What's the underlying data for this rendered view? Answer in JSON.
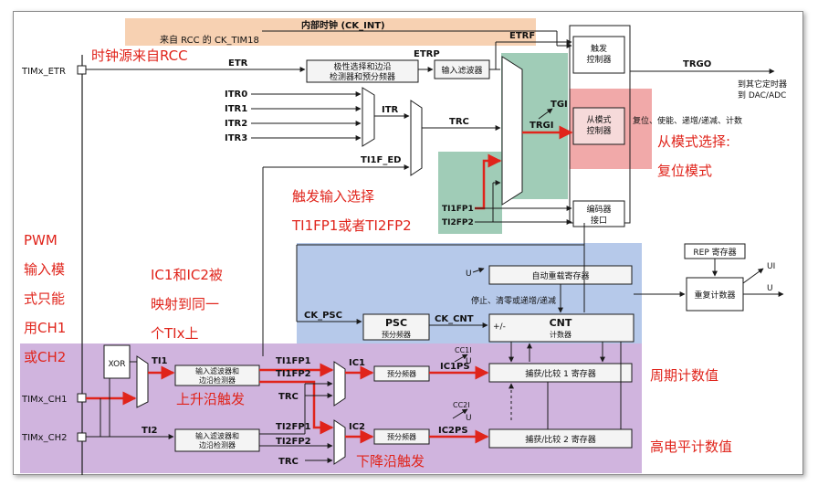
{
  "colors": {
    "orange": "#f6c9a4",
    "green": "#8fc3aa",
    "pink": "#ef9a9a",
    "blue": "#a9bfe6",
    "purple": "#c8a7d8",
    "annotation": "#e0241b",
    "line": "#1a1a1a"
  },
  "top": {
    "internal_clock": "内部时钟 (CK_INT)",
    "from_rcc": "来自 RCC 的 CK_TIM18"
  },
  "signals": {
    "timx_etr": "TIMx_ETR",
    "etr": "ETR",
    "etrp": "ETRP",
    "etrf": "ETRF",
    "trgo": "TRGO",
    "trgo_dest": "到其它定时器\n到 DAC/ADC",
    "itr0": "ITR0",
    "itr1": "ITR1",
    "itr2": "ITR2",
    "itr3": "ITR3",
    "itr": "ITR",
    "trc_top": "TRC",
    "tgi": "TGI",
    "trgi": "TRGI",
    "ti1f_ed": "TI1F_ED",
    "ti1fp1_top": "TI1FP1",
    "ti2fp2_top": "TI2FP2",
    "slave_out": "复位、使能、递增/递减、计数",
    "ck_psc": "CK_PSC",
    "ck_cnt": "CK_CNT",
    "u_top": "U",
    "stop_clear": "停止、清零或递增/递减",
    "ui": "UI",
    "u_rep": "U",
    "xor": "XOR",
    "ti1": "TI1",
    "ti2": "TI2",
    "timx_ch1": "TIMx_CH1",
    "timx_ch2": "TIMx_CH2",
    "ti1fp1": "TI1FP1",
    "ti1fp2": "TI1FP2",
    "ti2fp1": "TI2FP1",
    "ti2fp2": "TI2FP2",
    "trc1": "TRC",
    "trc2": "TRC",
    "ic1": "IC1",
    "ic2": "IC2",
    "ic1ps": "IC1PS",
    "ic2ps": "IC2PS",
    "cc1i": "CC1I",
    "cc2i": "CC2I",
    "u1": "U",
    "u2": "U",
    "plus_minus": "+/-"
  },
  "blocks": {
    "polarity": "极性选择和边沿\n检测器和预分频器",
    "input_filter": "输入滤波器",
    "trigger_ctrl": "触发\n控制器",
    "slave_ctrl": "从模式\n控制器",
    "encoder": "编码器\n接口",
    "auto_reload": "自动重载寄存器",
    "rep_reg": "REP 寄存器",
    "rep_counter": "重复计数器",
    "psc": "PSC",
    "psc_sub": "预分频器",
    "cnt": "CNT",
    "cnt_sub": "计数器",
    "filter1": "输入滤波器和\n边沿检测器",
    "filter2": "输入滤波器和\n边沿检测器",
    "prescaler1": "预分频器",
    "prescaler2": "预分频器",
    "capture1": "捕获/比较 1 寄存器",
    "capture2": "捕获/比较 2 寄存器"
  },
  "annotations": {
    "clock_source": "时钟源来自RCC",
    "slave_mode": "从模式选择:\n复位模式",
    "trigger_sel": "触发输入选择\nTI1FP1或者TI2FP2",
    "pwm_input": "PWM\n输入模\n式只能\n用CH1\n或CH2",
    "ic_mapping": "IC1和IC2被\n映射到同一\n个TIx上",
    "rising": "上升沿触发",
    "falling": "下降沿触发",
    "period": "周期计数值",
    "high_level": "高电平计数值"
  }
}
